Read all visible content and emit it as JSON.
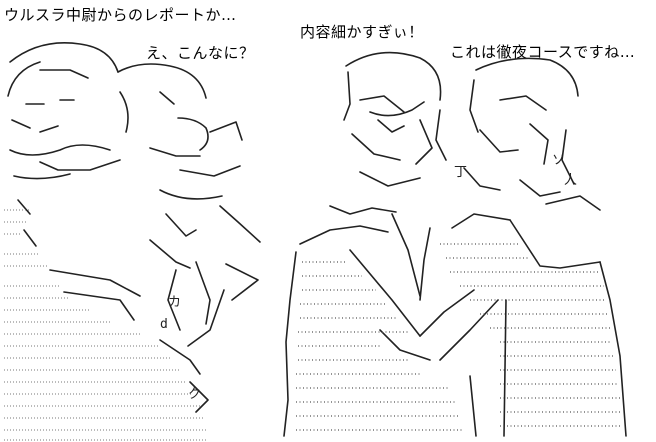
{
  "captions": {
    "top_left": "ウルスラ中尉からのレポートか…",
    "center_left": "え、こんなに？",
    "center": "内容細かすぎぃ！",
    "right": "これは徹夜コースですね…"
  },
  "figures": [
    {
      "label": "left-figure-pair"
    },
    {
      "label": "right-figure-pair"
    }
  ]
}
